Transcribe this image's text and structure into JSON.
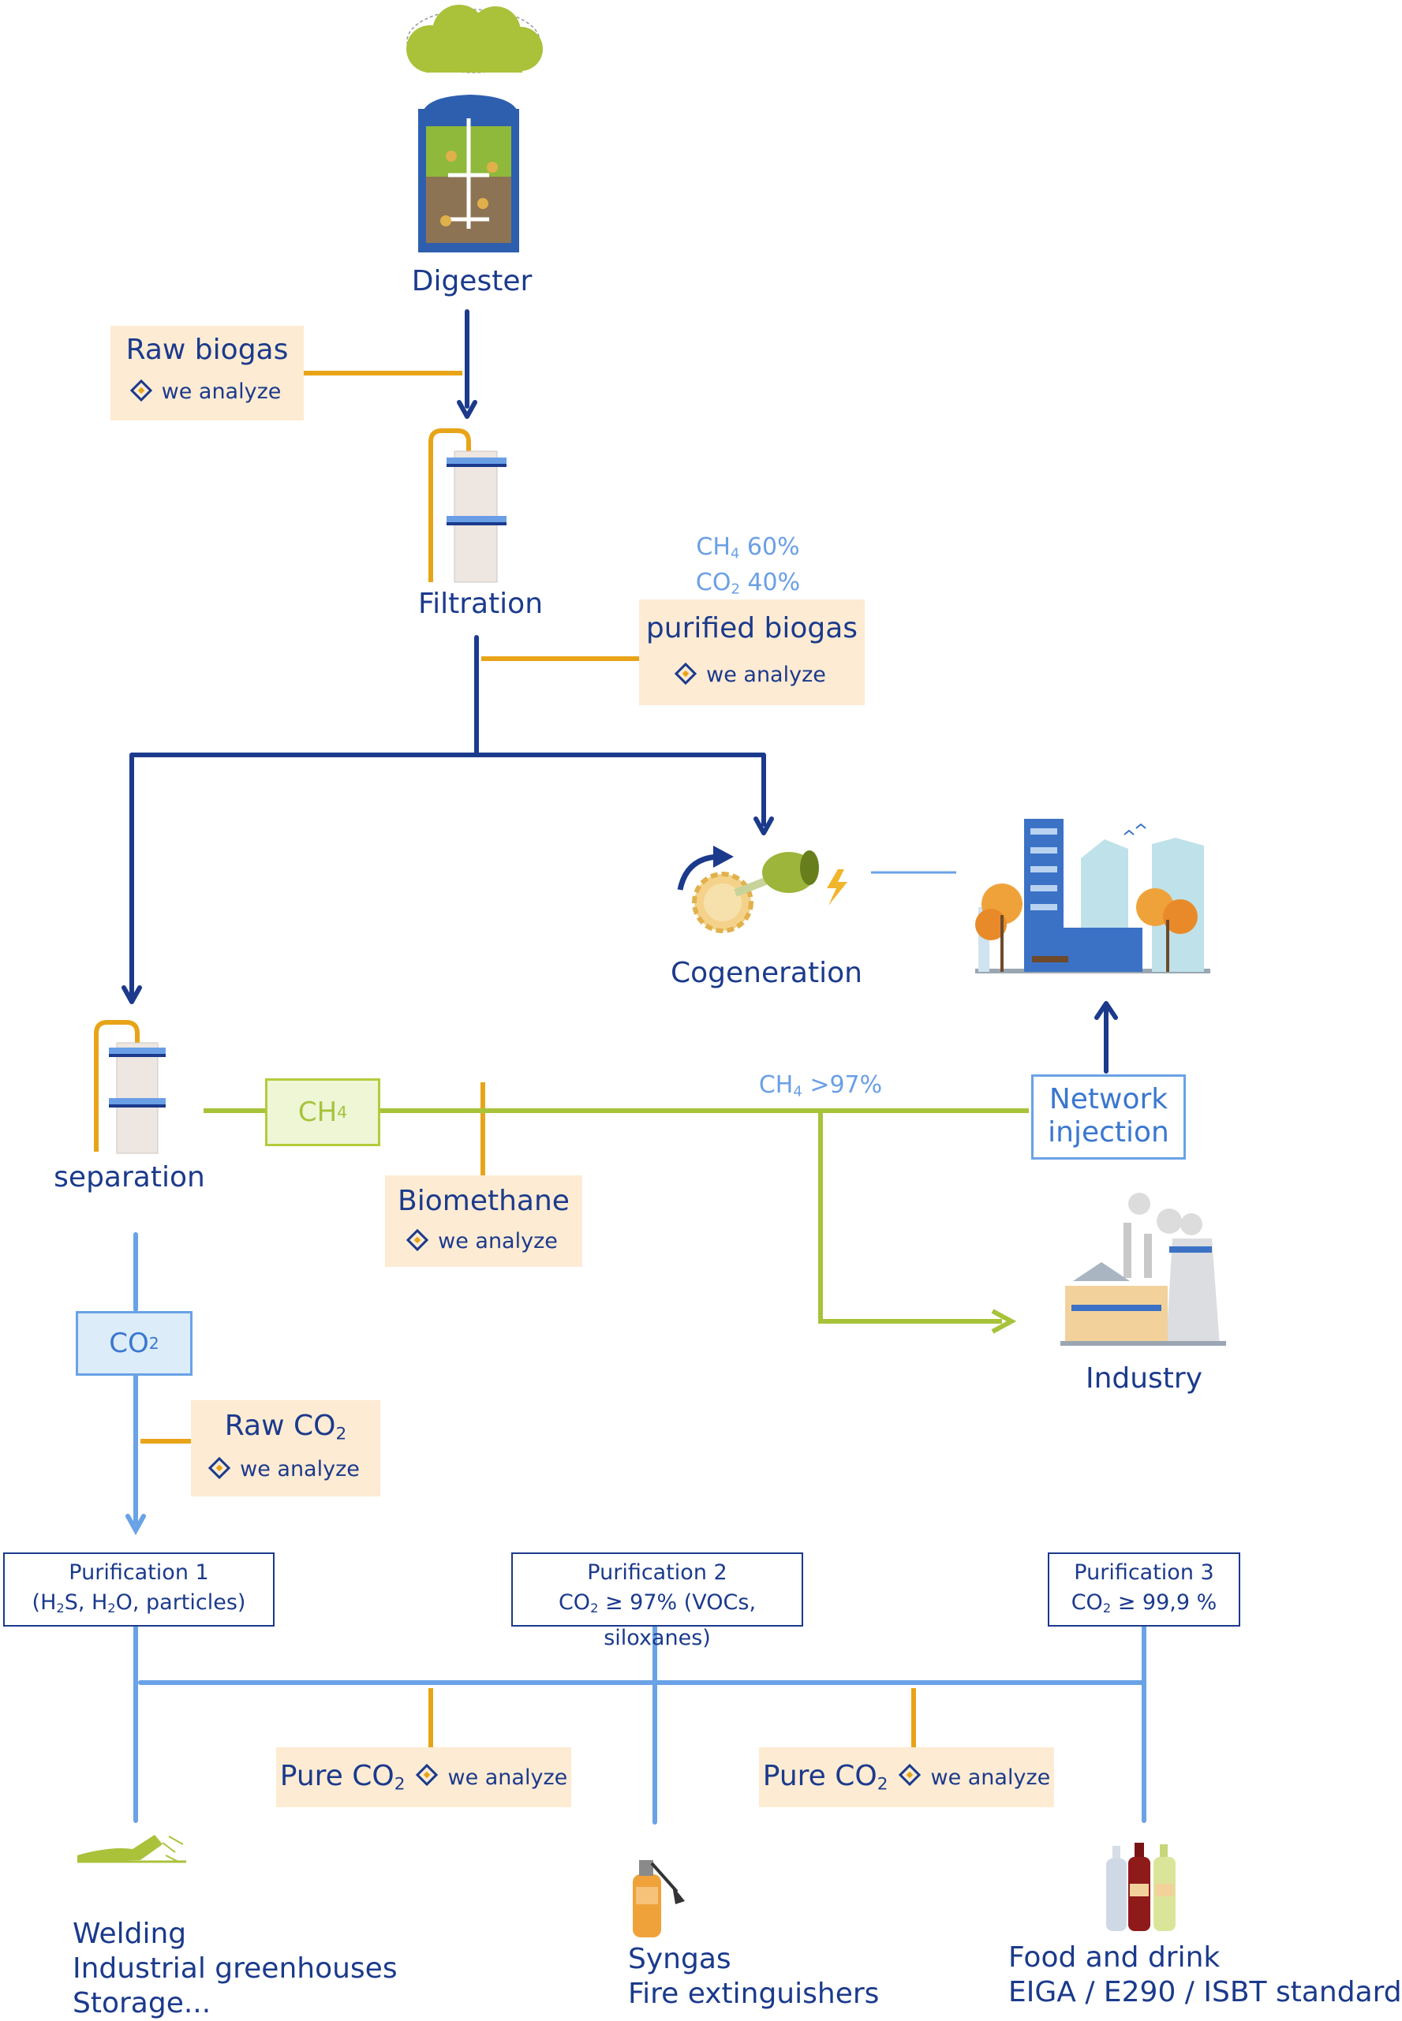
{
  "nodes": {
    "digester": "Digester",
    "filtration": "Filtration",
    "cogeneration": "Cogeneration",
    "separation": "separation",
    "industry": "Industry"
  },
  "analyze_label": "we analyze",
  "raw_biogas": {
    "title": "Raw biogas"
  },
  "purified_biogas": {
    "title": "purified biogas",
    "composition": [
      "CH4 60%",
      "CO2 40%"
    ]
  },
  "biomethane": {
    "title": "Biomethane"
  },
  "raw_co2": {
    "title": "Raw CO2"
  },
  "ch4_box": "CH4",
  "ch4_purity": "CH4 >97%",
  "co2_box": "CO2",
  "network_injection": [
    "Network",
    "injection"
  ],
  "purifications": [
    {
      "title": "Purification 1",
      "detail": "(H2S, H2O, particles)"
    },
    {
      "title": "Purification 2",
      "detail": "CO2 ≥ 97% (VOCs, siloxanes)"
    },
    {
      "title": "Purification 3",
      "detail": "CO2 ≥ 99,9 %"
    }
  ],
  "pure_co2": [
    {
      "title": "Pure CO2"
    },
    {
      "title": "Pure CO2"
    }
  ],
  "applications": [
    {
      "lines": [
        "Welding",
        "Industrial greenhouses",
        "Storage..."
      ]
    },
    {
      "lines": [
        "Syngas",
        "Fire extinguishers"
      ]
    },
    {
      "lines": [
        "Food and drink",
        "EIGA / E290 / ISBT standard"
      ]
    }
  ],
  "icons": [
    "cloud-icon",
    "digester-tank-icon",
    "filter-column-icon",
    "cogeneration-engine-icon",
    "city-buildings-icon",
    "separation-column-icon",
    "factory-icon",
    "welding-torch-icon",
    "fire-extinguisher-icon",
    "drink-bottles-icon"
  ],
  "colors": {
    "dark_blue": "#1b3a8c",
    "orange": "#e8a418",
    "green": "#a7c33a",
    "light_blue": "#6aa2e6",
    "analyze_bg": "#fdebd3"
  }
}
